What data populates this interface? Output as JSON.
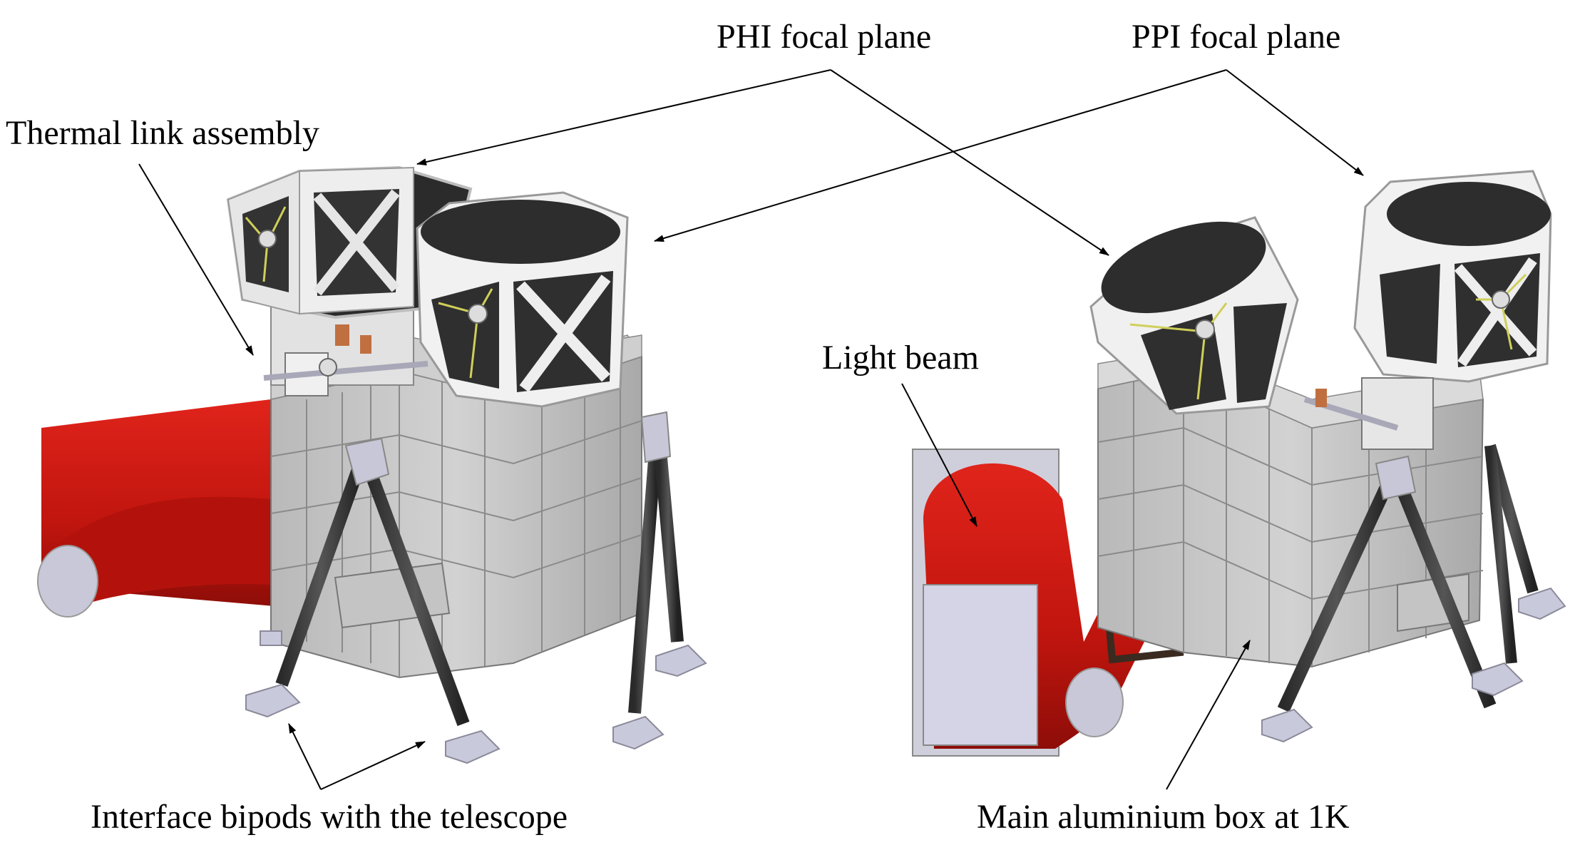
{
  "labels": {
    "phi_focal_plane": "PHI focal plane",
    "ppi_focal_plane": "PPI focal plane",
    "thermal_link_assembly": "Thermal link assembly",
    "light_beam": "Light beam",
    "interface_bipods": "Interface bipods with the telescope",
    "main_aluminium_box": "Main aluminium box at 1K"
  }
}
